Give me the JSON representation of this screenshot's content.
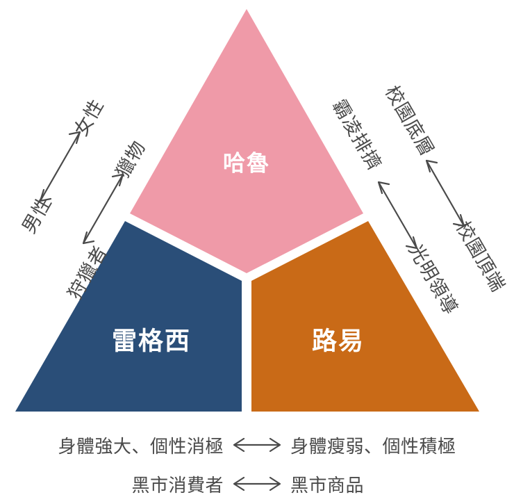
{
  "diagram": {
    "title_nodes": {
      "top": {
        "label": "哈魯",
        "color": "#ef9aa8",
        "text_color": "#ffffff"
      },
      "left": {
        "label": "雷格西",
        "color": "#2a4e78",
        "text_color": "#ffffff"
      },
      "right": {
        "label": "路易",
        "color": "#c96a17",
        "text_color": "#ffffff"
      }
    },
    "background": "#ffffff",
    "gap_color": "#ffffff",
    "text_color": "#4a4a4a"
  },
  "left_edge": {
    "outer": {
      "from": "男性",
      "to": "女性",
      "arrow": "double-headed-arrow"
    },
    "inner": {
      "from": "狩獵者",
      "to": "獵物",
      "arrow": "double-headed-arrow"
    }
  },
  "right_edge": {
    "outer": {
      "from": "校園底層",
      "to": "校園頂端",
      "arrow": "double-headed-arrow"
    },
    "inner": {
      "from": "霸凌排擠",
      "to": "光明領導",
      "arrow": "double-headed-arrow"
    }
  },
  "bottom_edge": {
    "row1": {
      "left": "身體強大、個性消極",
      "arrow": "↔",
      "right": "身體瘦弱、個性積極"
    },
    "row2": {
      "left": "黑市消費者",
      "arrow": "↔",
      "right": "黑市商品"
    }
  }
}
